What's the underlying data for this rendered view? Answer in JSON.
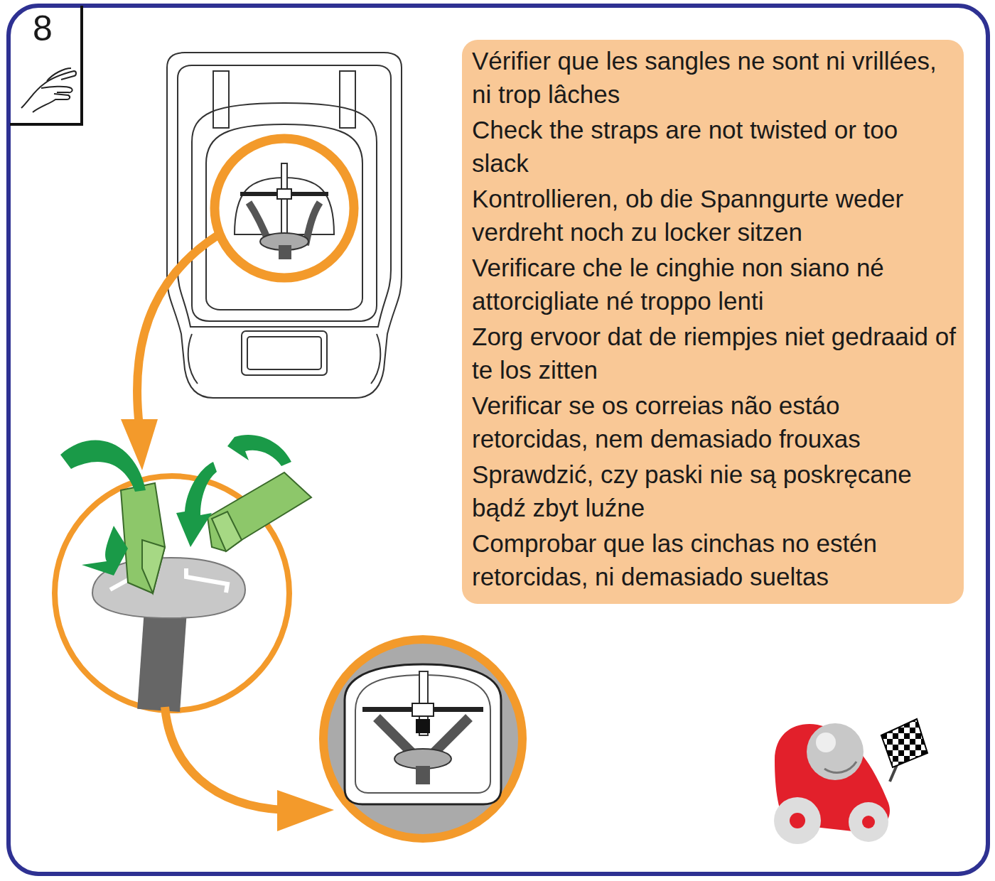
{
  "diagram": {
    "nodes": [
      {
        "text": [
          "8"
        ]
      },
      {
        "text": [
          "Vérifier que les sangles ne sont ni vrillées, ni trop lâches",
          "Check the straps are not twisted or too slack",
          "Kontrollieren, ob die Spanngurte weder verdreht noch zu locker sitzen",
          "Verificare che le cinghie non siano né attorcigliate né troppo lenti",
          "Zorg ervoor dat de riempjes niet gedraaid of te los zitten",
          "Verificar se os correias não estáo retorcidas, nem demasiado frouxas",
          "Sprawdzić, czy paski nie są poskręcane bądź zbyt luźne",
          "Comprobar que las cinchas no estén retorcidas, ni demasiado sueltas"
        ]
      }
    ]
  }
}
